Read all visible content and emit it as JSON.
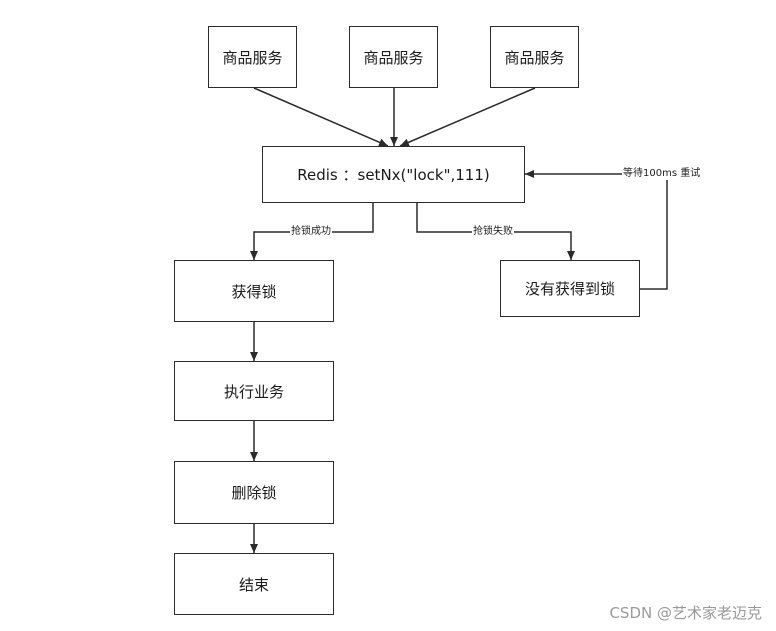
{
  "diagram": {
    "nodes": {
      "service_1": "商品服务",
      "service_2": "商品服务",
      "service_3": "商品服务",
      "redis": "Redis ：setNx(\"lock\",111)",
      "acquired": "获得锁",
      "not_acquired": "没有获得到锁",
      "execute": "执行业务",
      "delete": "删除锁",
      "end": "结束"
    },
    "edges": {
      "success": "抢锁成功",
      "failure": "抢锁失败",
      "retry": "等待100ms 重试"
    },
    "colors": {
      "line": "#2b2b2b",
      "text": "#1a1a1a",
      "watermark": "#9a9a9a"
    }
  },
  "watermark": "CSDN @艺术家老迈克"
}
